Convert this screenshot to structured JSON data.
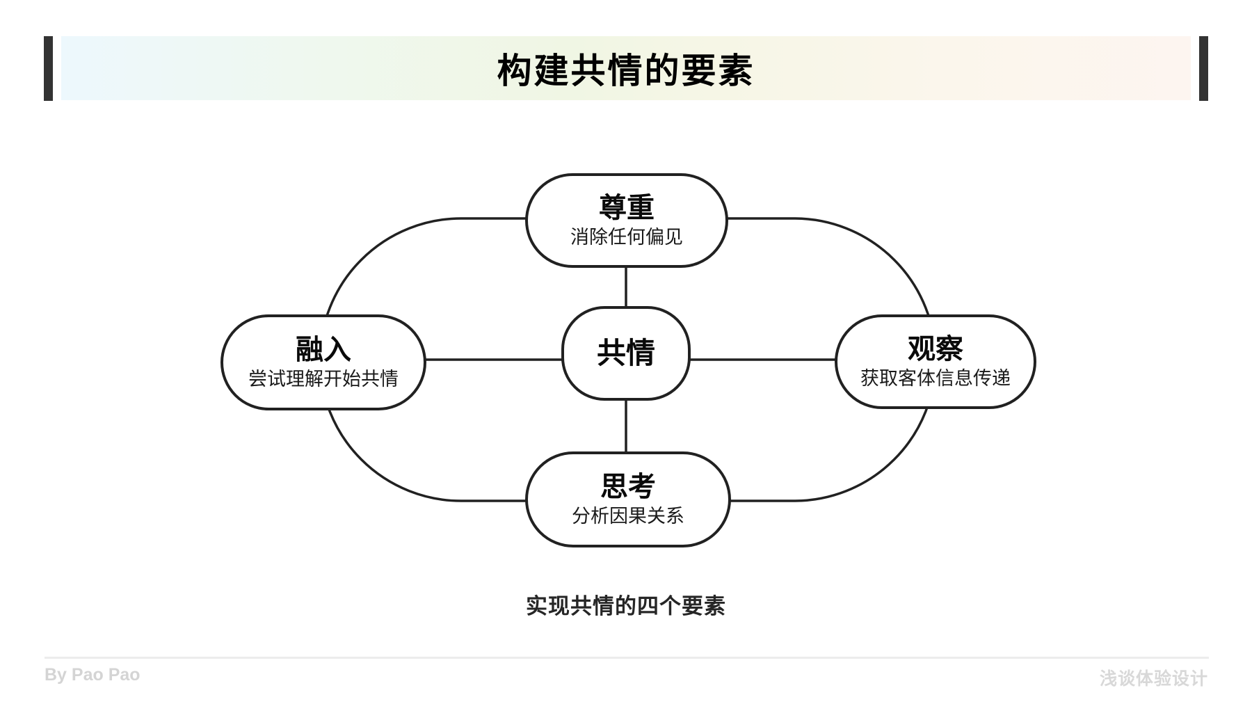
{
  "header": {
    "title": "构建共情的要素"
  },
  "diagram": {
    "center": {
      "title": "共情"
    },
    "nodes": [
      {
        "id": "respect",
        "position": "top",
        "title": "尊重",
        "subtitle": "消除任何偏见"
      },
      {
        "id": "immerse",
        "position": "left",
        "title": "融入",
        "subtitle": "尝试理解开始共情"
      },
      {
        "id": "observe",
        "position": "right",
        "title": "观察",
        "subtitle": "获取客体信息传递"
      },
      {
        "id": "think",
        "position": "bottom",
        "title": "思考",
        "subtitle": "分析因果关系"
      }
    ],
    "caption": "实现共情的四个要素"
  },
  "footer": {
    "author": "By Pao Pao",
    "brand": "浅谈体验设计"
  },
  "colors": {
    "node_stroke": "#212121",
    "header_bar": "#333333",
    "header_gradient": [
      "#edf8fd",
      "#eff8ef",
      "#f0f6e4",
      "#fbf6ec",
      "#fdf5f0"
    ],
    "footer_text": "#d5d5d5",
    "footer_rule": "#ececec",
    "text": "#0a0a0a"
  }
}
